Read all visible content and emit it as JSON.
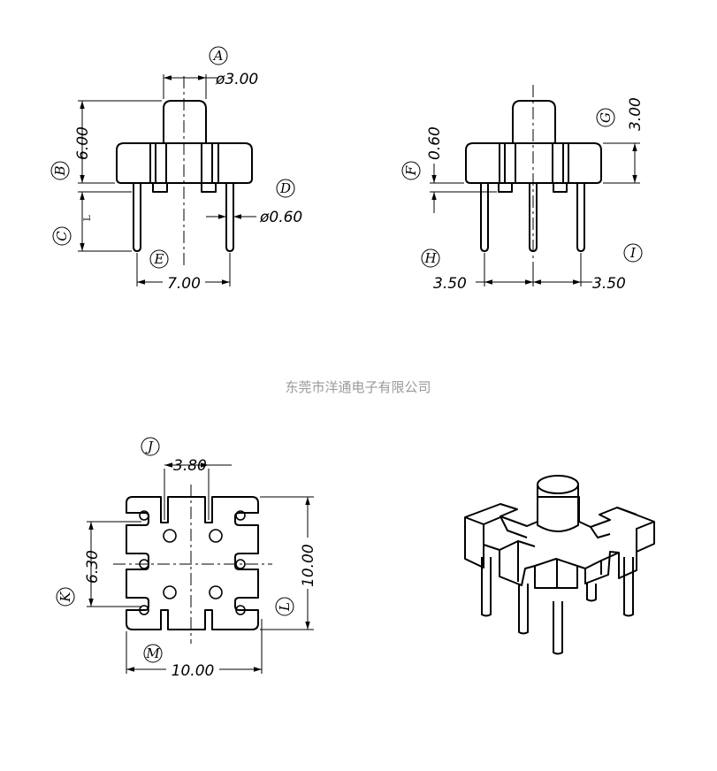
{
  "company_caption": "东莞市洋通电子有限公司",
  "views": {
    "front": {
      "dims": {
        "post_diameter": "ø3.00",
        "height": "6.00",
        "pin_diameter": "ø0.60",
        "pin_span": "7.00",
        "pin_length_mark": "L"
      },
      "labels": {
        "a": "A",
        "b": "B",
        "c": "C",
        "d": "D",
        "e": "E"
      }
    },
    "side": {
      "dims": {
        "standoff": "0.60",
        "post_height": "3.00",
        "pitch_left": "3.50",
        "pitch_right": "3.50"
      },
      "labels": {
        "f": "F",
        "g": "G",
        "h": "H",
        "i": "I"
      }
    },
    "top": {
      "dims": {
        "slot_spacing": "3.80",
        "inner_span": "6.30",
        "depth": "10.00",
        "width": "10.00"
      },
      "labels": {
        "j": "J",
        "k": "K",
        "l": "L",
        "m": "M"
      }
    },
    "iso": {}
  }
}
